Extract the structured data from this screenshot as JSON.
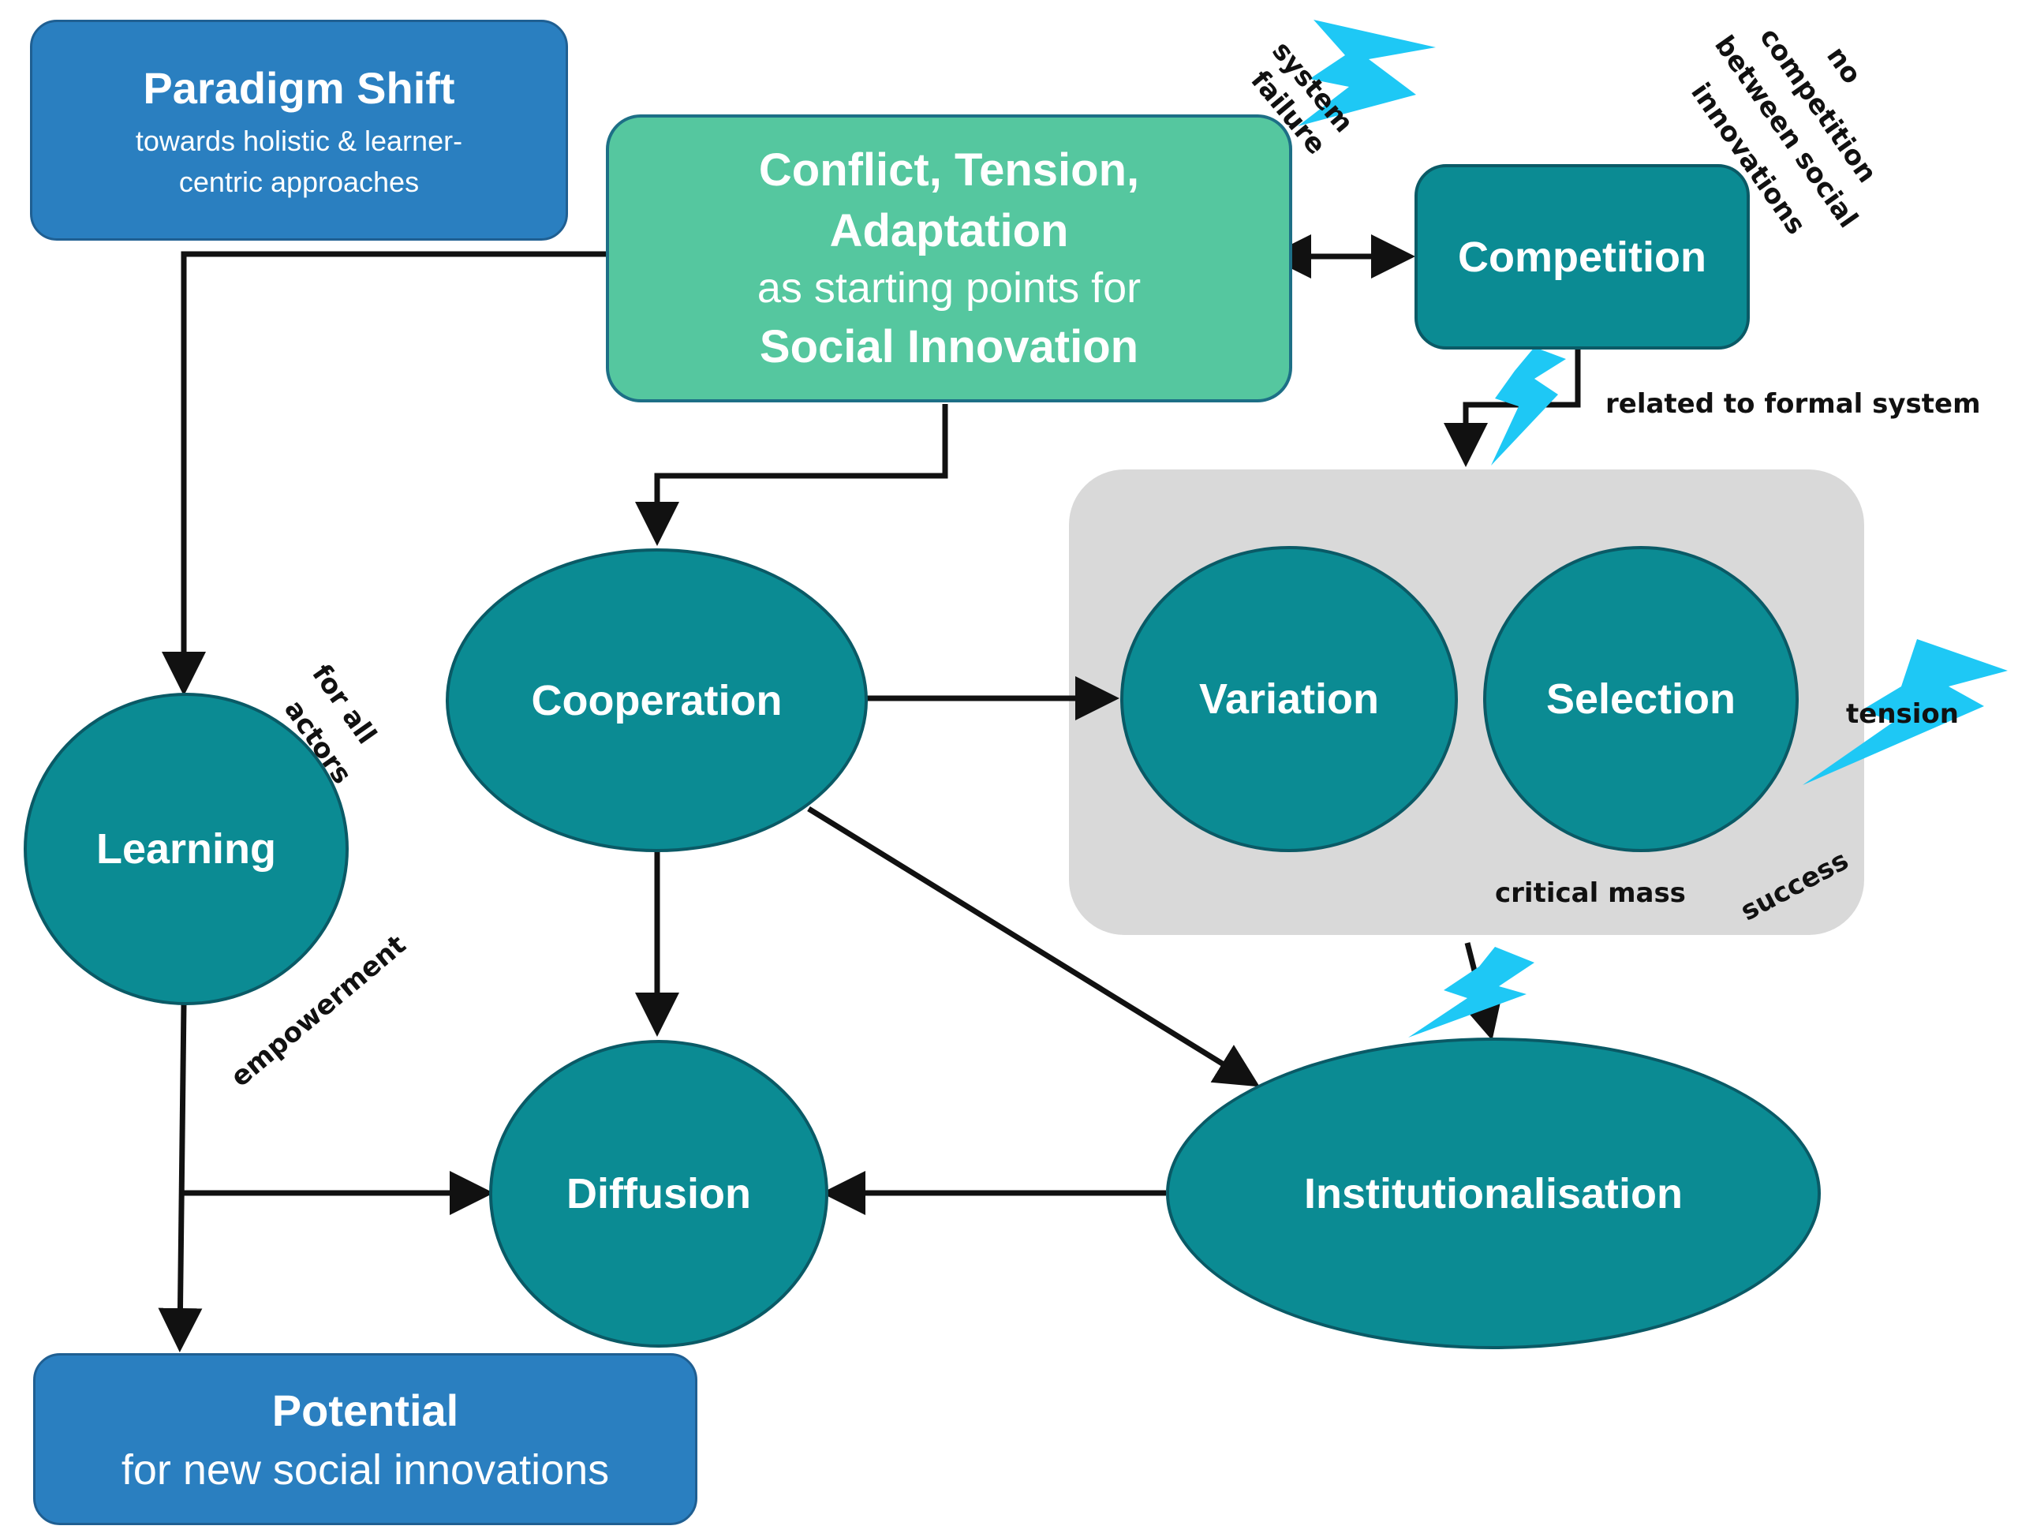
{
  "nodes": {
    "paradigm_shift": {
      "title": "Paradigm Shift",
      "sub1": "towards holistic & learner-",
      "sub2": "centric approaches"
    },
    "conflict": {
      "line1": "Conflict, Tension,",
      "line2": "Adaptation",
      "line3": "as starting points for",
      "line4": "Social Innovation"
    },
    "competition": {
      "label": "Competition"
    },
    "cooperation": {
      "label": "Cooperation"
    },
    "variation": {
      "label": "Variation"
    },
    "selection": {
      "label": "Selection"
    },
    "learning": {
      "label": "Learning"
    },
    "diffusion": {
      "label": "Diffusion"
    },
    "institutionalisation": {
      "label": "Institutionalisation"
    },
    "potential": {
      "title": "Potential",
      "sub": "for new social innovations"
    }
  },
  "annotations": {
    "system_failure_1": "system",
    "system_failure_2": "failure",
    "no_competition_1": "no",
    "no_competition_2": "competition",
    "no_competition_3": "between social",
    "no_competition_4": "innovations",
    "related_formal": "related to formal system",
    "for_all_1": "for all",
    "for_all_2": "actors",
    "empowerment": "empowerment",
    "tension": "tension",
    "success": "success",
    "critical_mass": "critical mass"
  },
  "colors": {
    "teal": "#0b8b93",
    "green": "#55c79f",
    "blue": "#2a7fc0",
    "group_bg": "#d9d9d9",
    "lightning": "#1ec8f5"
  }
}
